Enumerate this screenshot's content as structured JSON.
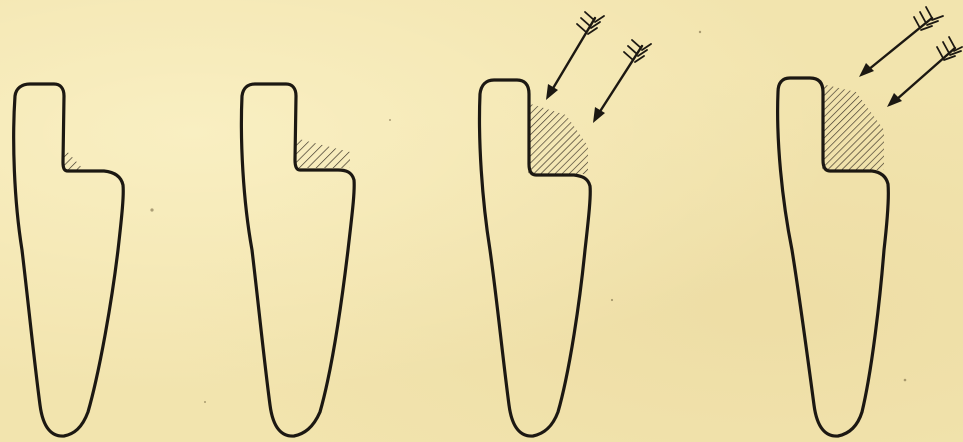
{
  "figure": {
    "panel_count": 4,
    "panels": [
      {
        "id": "stage-1",
        "shaded_notch": "small",
        "arrows": 0
      },
      {
        "id": "stage-2",
        "shaded_notch": "small",
        "arrows": 0
      },
      {
        "id": "stage-3",
        "shaded_notch": "large",
        "arrows": 2
      },
      {
        "id": "stage-4",
        "shaded_notch": "large",
        "arrows": 2
      }
    ],
    "colors": {
      "paper": "#f2e4ae",
      "ink": "#1c1812"
    },
    "icons": [
      "tooth-outline",
      "hatched-wear-area",
      "arrow-icon"
    ]
  }
}
